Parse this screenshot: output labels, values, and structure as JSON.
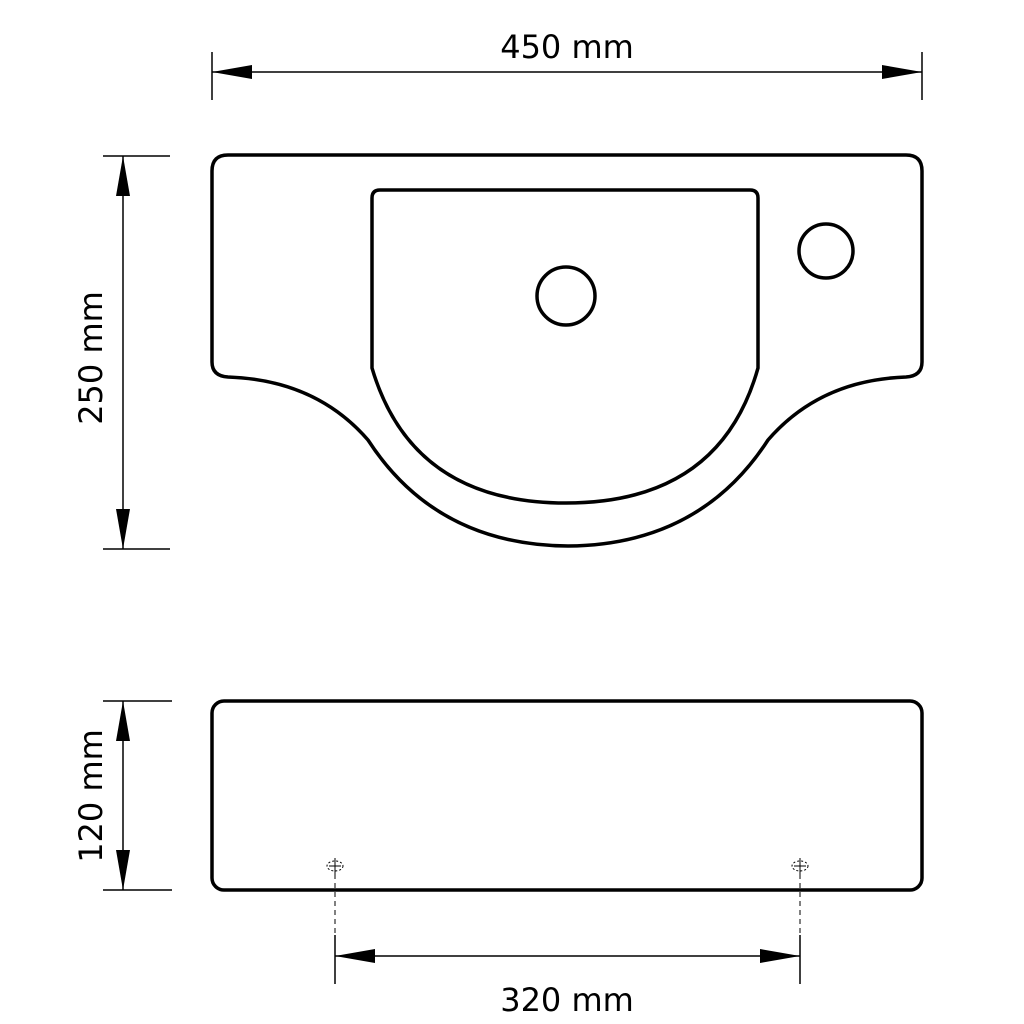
{
  "diagram": {
    "type": "technical-drawing",
    "subject": "wall-mounted washbasin",
    "stroke_color": "#000000",
    "background": "#ffffff",
    "views": {
      "top": {
        "name": "top view",
        "features": [
          "basin bowl",
          "drain hole",
          "tap hole"
        ]
      },
      "front": {
        "name": "front view",
        "features": [
          "mounting holes"
        ]
      }
    },
    "dimensions": {
      "width": {
        "label": "450 mm",
        "value": 450,
        "unit": "mm"
      },
      "depth": {
        "label": "250 mm",
        "value": 250,
        "unit": "mm"
      },
      "height": {
        "label": "120 mm",
        "value": 120,
        "unit": "mm"
      },
      "mount_spacing": {
        "label": "320 mm",
        "value": 320,
        "unit": "mm"
      }
    }
  }
}
